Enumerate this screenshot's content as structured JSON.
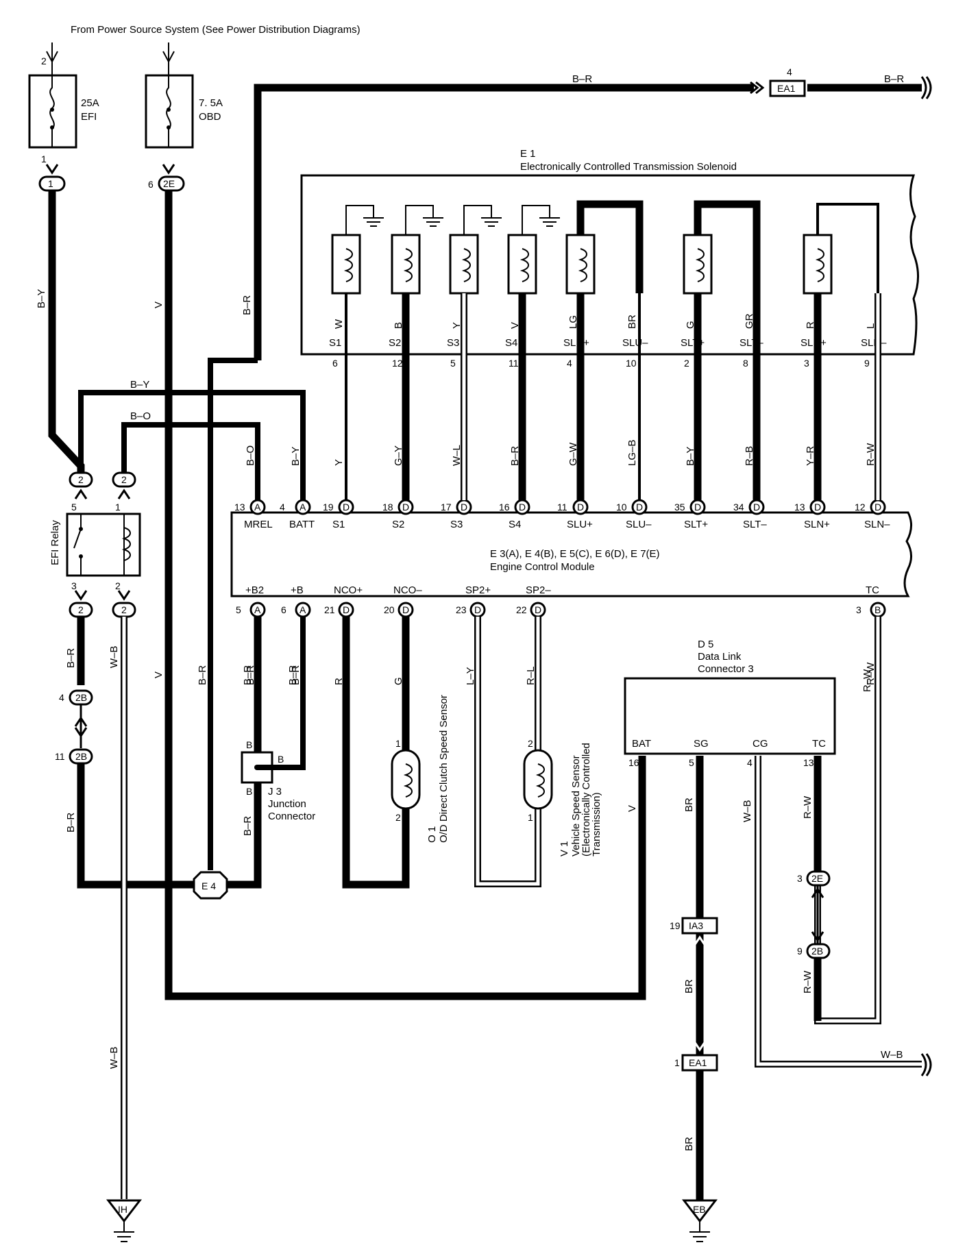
{
  "header": {
    "source_note": "From Power Source System (See Power Distribution Diagrams)"
  },
  "fuses": [
    {
      "rating": "25A",
      "name": "EFI",
      "pin_in": "2",
      "pin_out": "1",
      "connector": "1"
    },
    {
      "rating": "7. 5A",
      "name": "OBD",
      "pin_in": "",
      "pin_out": "6",
      "connector": "2E"
    }
  ],
  "solenoid": {
    "id": "E 1",
    "name": "Electronically Controlled Transmission Solenoid",
    "terminals": [
      {
        "name": "S1",
        "color": "W",
        "pin": "6"
      },
      {
        "name": "S2",
        "color": "B",
        "pin": "12"
      },
      {
        "name": "S3",
        "color": "Y",
        "pin": "5"
      },
      {
        "name": "S4",
        "color": "V",
        "pin": "11"
      },
      {
        "name": "SLU+",
        "color": "LG",
        "pin": "4"
      },
      {
        "name": "SLU–",
        "color": "BR",
        "pin": "10"
      },
      {
        "name": "SLT+",
        "color": "G",
        "pin": "2"
      },
      {
        "name": "SLT–",
        "color": "GR",
        "pin": "8"
      },
      {
        "name": "SLN+",
        "color": "R",
        "pin": "3"
      },
      {
        "name": "SLN–",
        "color": "L",
        "pin": "9"
      }
    ]
  },
  "ecm": {
    "ids": "E 3(A), E 4(B), E 5(C), E 6(D), E 7(E)",
    "name": "Engine Control Module",
    "top_pins": [
      {
        "name": "MREL",
        "pin": "13",
        "conn": "A",
        "wire": "B–O"
      },
      {
        "name": "BATT",
        "pin": "4",
        "conn": "A",
        "wire": "B–Y"
      },
      {
        "name": "S1",
        "pin": "19",
        "conn": "D",
        "wire": "Y"
      },
      {
        "name": "S2",
        "pin": "18",
        "conn": "D",
        "wire": "G–Y"
      },
      {
        "name": "S3",
        "pin": "17",
        "conn": "D",
        "wire": "W–L"
      },
      {
        "name": "S4",
        "pin": "16",
        "conn": "D",
        "wire": "B–R"
      },
      {
        "name": "SLU+",
        "pin": "11",
        "conn": "D",
        "wire": "G–W"
      },
      {
        "name": "SLU–",
        "pin": "10",
        "conn": "D",
        "wire": "LG–B"
      },
      {
        "name": "SLT+",
        "pin": "35",
        "conn": "D",
        "wire": "B–Y"
      },
      {
        "name": "SLT–",
        "pin": "34",
        "conn": "D",
        "wire": "R–B"
      },
      {
        "name": "SLN+",
        "pin": "13",
        "conn": "D",
        "wire": "Y–R"
      },
      {
        "name": "SLN–",
        "pin": "12",
        "conn": "D",
        "wire": "R–W"
      }
    ],
    "bottom_pins": [
      {
        "name": "+B2",
        "pin": "5",
        "conn": "A",
        "wire": "B–R"
      },
      {
        "name": "+B",
        "pin": "6",
        "conn": "A",
        "wire": "B–R"
      },
      {
        "name": "NCO+",
        "pin": "21",
        "conn": "D",
        "wire": "R"
      },
      {
        "name": "NCO–",
        "pin": "20",
        "conn": "D",
        "wire": "G"
      },
      {
        "name": "SP2+",
        "pin": "23",
        "conn": "D",
        "wire": "L–Y"
      },
      {
        "name": "SP2–",
        "pin": "22",
        "conn": "D",
        "wire": "R–L"
      },
      {
        "name": "TC",
        "pin": "3",
        "conn": "B",
        "wire": "R–W"
      }
    ]
  },
  "relay": {
    "name": "EFI Relay",
    "pins": {
      "p5": "5",
      "p1": "1",
      "p3": "3",
      "p2": "2"
    },
    "connector": "2"
  },
  "junction": {
    "id": "J 3",
    "name1": "Junction",
    "name2": "Connector",
    "pin": "B"
  },
  "od_sensor": {
    "id": "O 1",
    "name": "O/D Direct Clutch Speed Sensor",
    "pin1": "1",
    "pin2": "2"
  },
  "vs_sensor": {
    "id": "V 1",
    "name1": "Vehicle Speed Sensor",
    "name2": "(Electronically Controlled",
    "name3": "Transmission)",
    "pin1": "2",
    "pin2": "1"
  },
  "dlc": {
    "id": "D 5",
    "name1": "Data Link",
    "name2": "Connector 3",
    "terminals": [
      {
        "name": "BAT",
        "pin": "16",
        "wire": "V"
      },
      {
        "name": "SG",
        "pin": "5",
        "wire": "BR"
      },
      {
        "name": "CG",
        "pin": "4",
        "wire": "W–B"
      },
      {
        "name": "TC",
        "pin": "13",
        "wire": "R–W"
      }
    ]
  },
  "connectors": {
    "ea1_top": "EA1",
    "ea1_top_pin": "4",
    "ia3": "IA3",
    "ia3_pin": "19",
    "ea1_bottom": "EA1",
    "ea1_bottom_pin": "1",
    "e4": "E 4",
    "c2b_a": "2B",
    "c2b_a_pin": "4",
    "c2b_b": "2B",
    "c2b_b_pin": "11",
    "c2e_a": "2E",
    "c2e_a_pin": "3",
    "c2e_b": "2B",
    "c2e_b_pin": "9",
    "ground_ih": "IH",
    "ground_eb": "EB"
  },
  "wire_labels": {
    "b_r_top": "B–R",
    "b_r_right": "B–R",
    "b_y_left": "B–Y",
    "v_left": "V",
    "b_r_mid": "B–R",
    "b_y_relay": "B–Y",
    "b_o_relay": "B–O",
    "b_r_low": "B–R",
    "w_b_relay": "W–B",
    "v_low": "V",
    "b_r_e4": "B–R",
    "b_r_low2": "B–R",
    "b_r_jc1": "B–R",
    "b_r_jc2": "B–R",
    "b_r_jc3": "B–R",
    "br_ia3": "BR",
    "br_eb": "BR",
    "w_b_ground": "W–B",
    "w_b_right": "W–B",
    "r_w_low": "R–W",
    "r_w_tc": "R–W",
    "jb": "B",
    "jb2": "B",
    "jb3": "B"
  }
}
